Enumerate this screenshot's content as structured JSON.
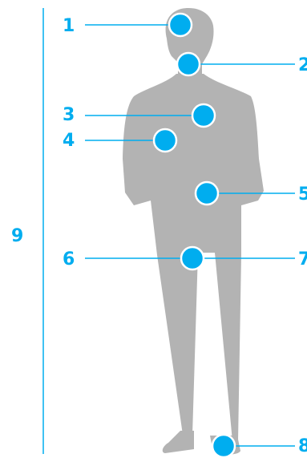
{
  "colors": {
    "accent": "#00adef",
    "silhouette": "#b3b3b3",
    "ring": "#ffffff"
  },
  "markers": [
    {
      "label": "1",
      "part": "head"
    },
    {
      "label": "2",
      "part": "neck"
    },
    {
      "label": "3",
      "part": "chest"
    },
    {
      "label": "4",
      "part": "shoulder"
    },
    {
      "label": "5",
      "part": "waist"
    },
    {
      "label": "6",
      "part": "hip"
    },
    {
      "label": "7",
      "part": "crotch"
    },
    {
      "label": "8",
      "part": "foot"
    }
  ],
  "height_label": "9"
}
